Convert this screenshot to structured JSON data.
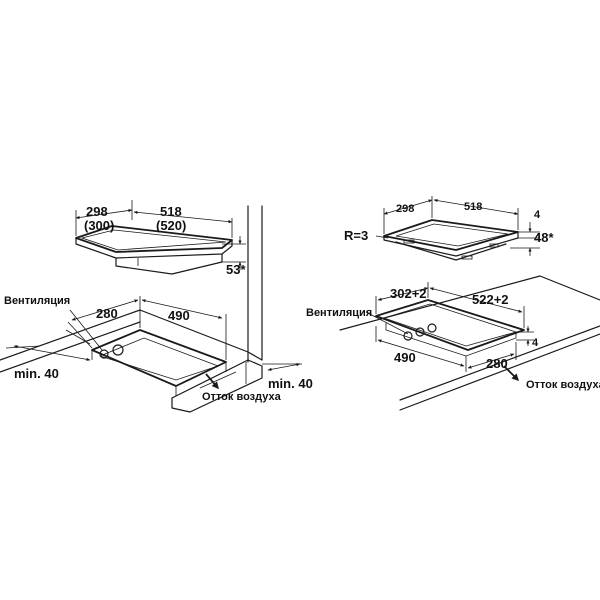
{
  "left": {
    "width_label": "298",
    "width_label_alt": "(300)",
    "depth_label": "518",
    "depth_label_alt": "(520)",
    "height_label": "53*",
    "cutout_w_label": "280",
    "cutout_d_label": "490",
    "vent_label": "Вентиляция",
    "min_front_label": "min. 40",
    "min_back_label": "min. 40",
    "outflow_label": "Отток воздуха"
  },
  "right": {
    "width_label": "298",
    "depth_label": "518",
    "radius_label": "R=3",
    "thickness_label": "4",
    "height_label": "48*",
    "vent_label": "Вентиляция",
    "cutout_w_label": "302+2",
    "cutout_d_label": "522+2",
    "frame_label": "4",
    "inner_d_label": "490",
    "inner_w_label": "280",
    "outflow_label": "Отток воздуха"
  },
  "colors": {
    "line": "#1a1a1a",
    "background": "#ffffff"
  }
}
